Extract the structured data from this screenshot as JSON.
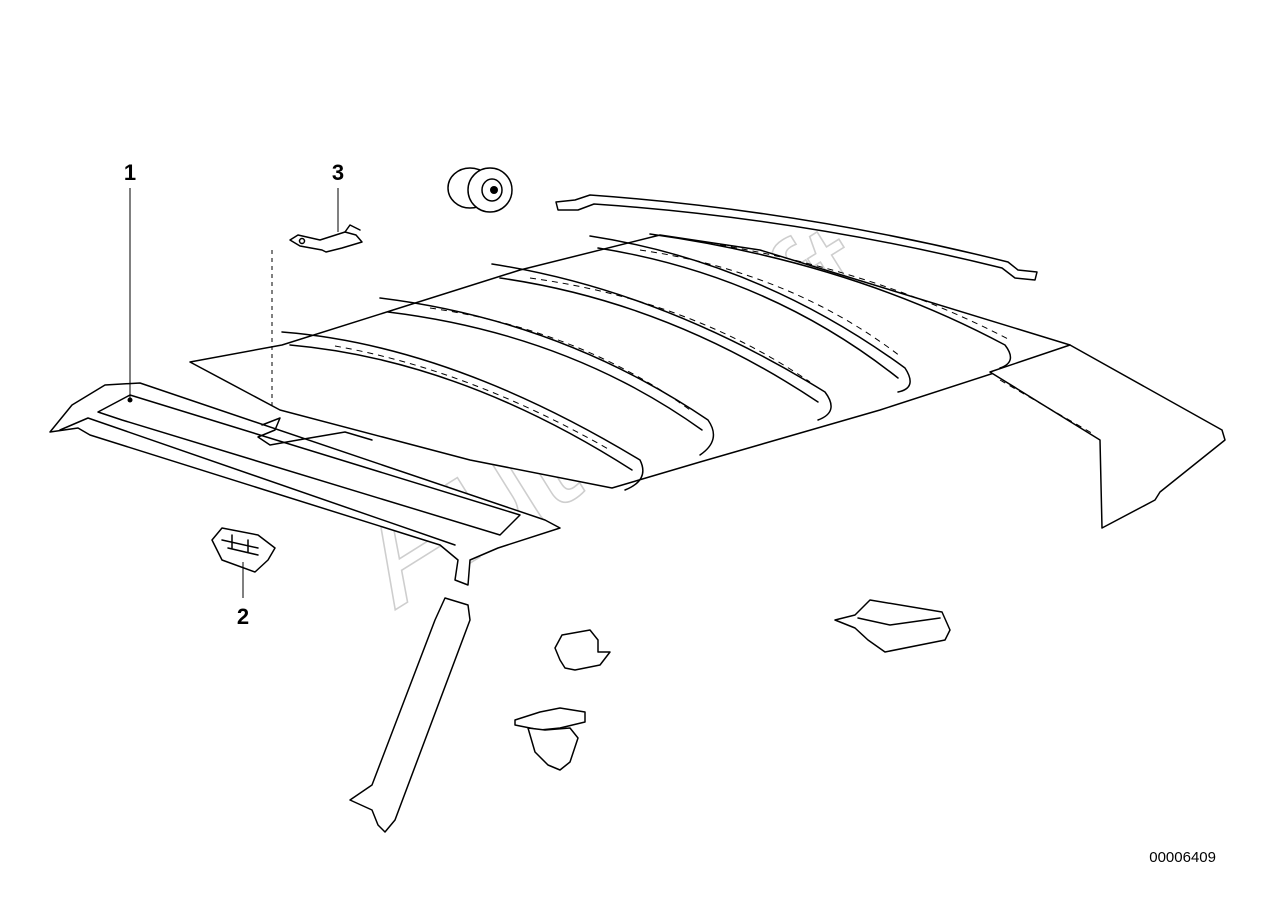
{
  "callouts": {
    "headliner": "1",
    "clip": "2",
    "bracket": "3"
  },
  "drawing_number": "00006409",
  "watermark": "AutoSoft",
  "colors": {
    "line": "#000000",
    "watermark": "#c9c9c9",
    "background": "#ffffff"
  }
}
